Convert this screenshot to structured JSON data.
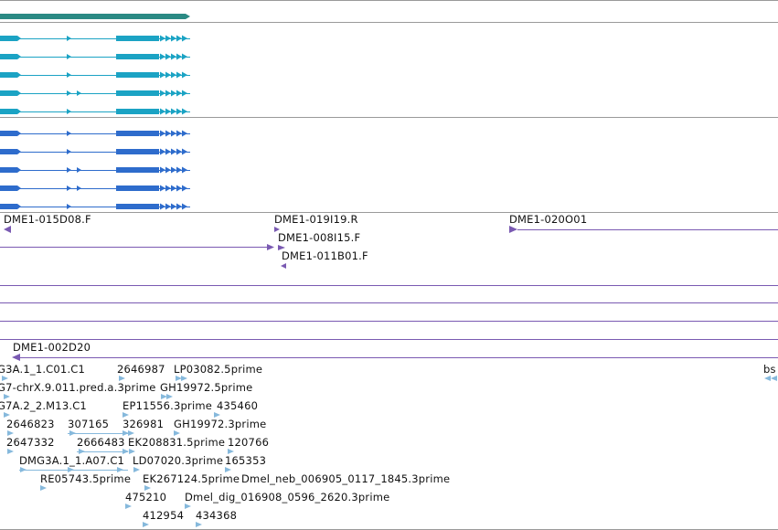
{
  "colors": {
    "gene": "#2b8a84",
    "transcript": "#1ba3c4",
    "cds": "#2e6ccc",
    "clone": "#7a5ab2",
    "est": "#86b9dc",
    "divider": "#9a9a9a"
  },
  "tracks": {
    "clone_ends": [
      {
        "id": "c1",
        "label": "DME1-015D08.F",
        "strand": "-"
      },
      {
        "id": "c2",
        "label": "DME1-019I19.R",
        "strand": "+"
      },
      {
        "id": "c3",
        "label": "DME1-008I15.F",
        "strand": "+"
      },
      {
        "id": "c4",
        "label": "DME1-011B01.F",
        "strand": "-"
      },
      {
        "id": "c5",
        "label": "DME1-020O01",
        "strand": "+"
      },
      {
        "id": "c6",
        "label": "DME1-002D20",
        "strand": "-"
      }
    ],
    "est_labels": [
      {
        "id": "e1",
        "text": "G3A.1_1.C01.C1"
      },
      {
        "id": "e2",
        "text": "2646987"
      },
      {
        "id": "e3",
        "text": "LP03082.5prime"
      },
      {
        "id": "e4",
        "text": "bs"
      },
      {
        "id": "e5",
        "text": "G7-chrX.9.011.pred.a.3prime"
      },
      {
        "id": "e6",
        "text": "GH19972.5prime"
      },
      {
        "id": "e7",
        "text": "G7A.2_2.M13.C1"
      },
      {
        "id": "e8",
        "text": "EP11556.3prime"
      },
      {
        "id": "e9",
        "text": "435460"
      },
      {
        "id": "e10",
        "text": "2646823"
      },
      {
        "id": "e11",
        "text": "307165"
      },
      {
        "id": "e12",
        "text": "326981"
      },
      {
        "id": "e13",
        "text": "GH19972.3prime"
      },
      {
        "id": "e14",
        "text": "2647332"
      },
      {
        "id": "e15",
        "text": "2666483"
      },
      {
        "id": "e16",
        "text": "EK208831.5prime"
      },
      {
        "id": "e17",
        "text": "120766"
      },
      {
        "id": "e18",
        "text": "DMG3A.1_1.A07.C1"
      },
      {
        "id": "e19",
        "text": "LD07020.3prime"
      },
      {
        "id": "e20",
        "text": "165353"
      },
      {
        "id": "e21",
        "text": "RE05743.5prime"
      },
      {
        "id": "e22",
        "text": "EK267124.5prime"
      },
      {
        "id": "e23",
        "text": "Dmel_neb_006905_0117_1845.3prime"
      },
      {
        "id": "e24",
        "text": "475210"
      },
      {
        "id": "e25",
        "text": "Dmel_dig_016908_0596_2620.3prime"
      },
      {
        "id": "e26",
        "text": "412954"
      },
      {
        "id": "e27",
        "text": "434368"
      }
    ]
  }
}
